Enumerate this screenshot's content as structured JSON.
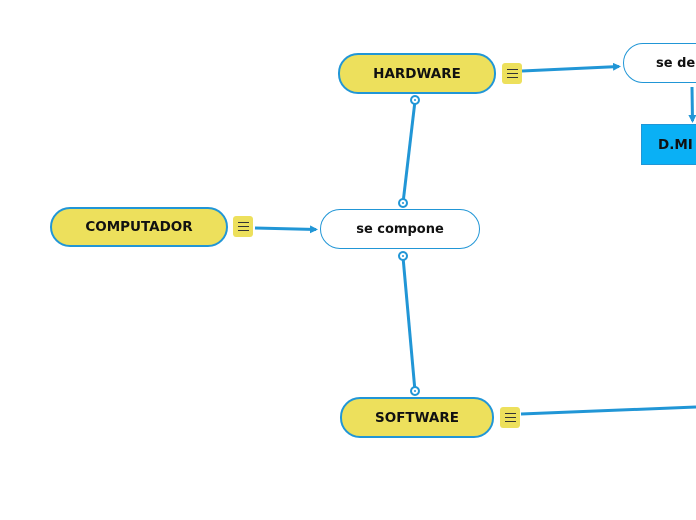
{
  "colors": {
    "line": "#2196d6",
    "topic_fill": "#ede05c",
    "highlight_fill": "#0ab0f5",
    "text": "#111111"
  },
  "nodes": {
    "computador": "COMPUTADOR",
    "hardware": "HARDWARE",
    "software": "SOFTWARE",
    "se_compone": "se compone",
    "se_de": "se de",
    "dmi": "D.MI"
  },
  "icons": {
    "note": "note-icon",
    "connector": "connector-dot-icon"
  }
}
